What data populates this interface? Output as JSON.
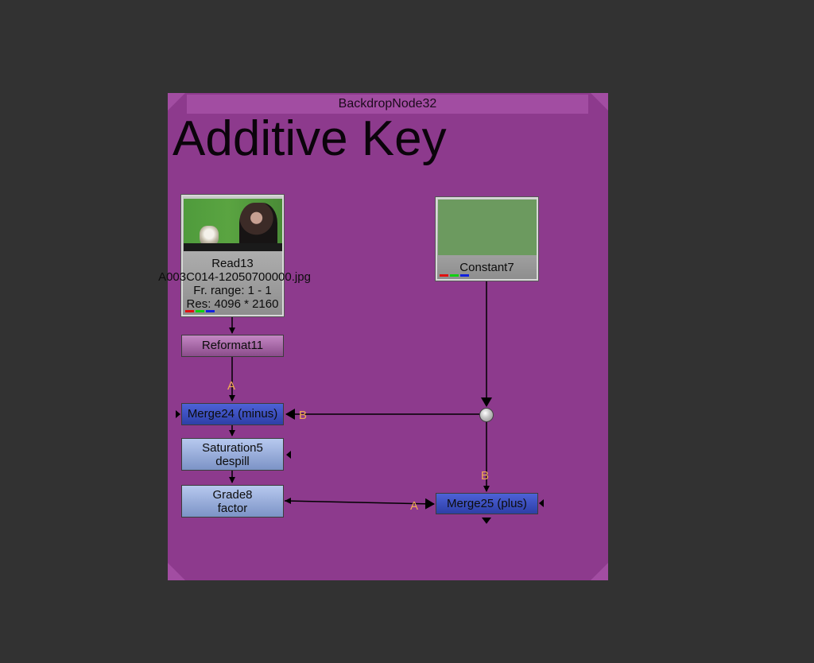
{
  "backdrop": {
    "title": "BackdropNode32",
    "label": "Additive Key",
    "color": "#8d3a8d"
  },
  "nodes": {
    "read": {
      "name": "Read13",
      "file": "A003C014-12050700000.jpg",
      "frame_range": "Fr. range: 1 - 1",
      "resolution": "Res: 4096 * 2160"
    },
    "constant": {
      "name": "Constant7"
    },
    "reformat": {
      "name": "Reformat11"
    },
    "merge_minus": {
      "name": "Merge24 (minus)"
    },
    "saturation": {
      "name": "Saturation5",
      "sub": "despill"
    },
    "grade": {
      "name": "Grade8",
      "sub": "factor"
    },
    "merge_plus": {
      "name": "Merge25 (plus)"
    }
  },
  "pins": {
    "a": "A",
    "b": "B"
  },
  "colors": {
    "edge": "#000000",
    "pin_label": "#f2ab54",
    "merge_node": "#3b4fc4",
    "color_node": "#9fb2e0",
    "reformat_node": "#a86aa8",
    "channel_red": "#e01010",
    "channel_green": "#10d010",
    "channel_blue": "#1020e0"
  }
}
